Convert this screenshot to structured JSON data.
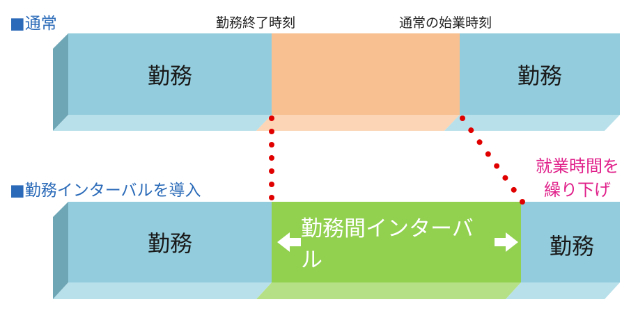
{
  "sections": {
    "normal": "■通常",
    "interval": "■勤務インターバルを導入"
  },
  "captions": {
    "work_end_time": "勤務終了時刻",
    "normal_start_time": "通常の始業時刻"
  },
  "blocks": {
    "normal_left": "勤務",
    "normal_right": "勤務",
    "interval_left": "勤務",
    "interval_middle": "勤務間インターバル",
    "interval_right": "勤務"
  },
  "annotation": {
    "line1": "就業時間を",
    "line2": "繰り下げ"
  },
  "colors": {
    "work_face": "#93cddd",
    "work_side": "#6fa6b6",
    "work_bottom": "#b8e0ea",
    "rest_face": "#f8c090",
    "rest_bottom": "#fbd5b5",
    "interval_face": "#92d050",
    "interval_bottom": "#b6e086",
    "dots": "#e00000",
    "section": "#2a6ab8",
    "annotation": "#e0208a"
  }
}
